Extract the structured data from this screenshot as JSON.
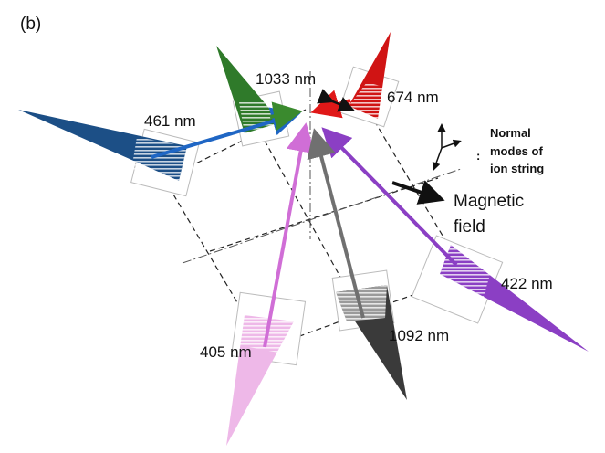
{
  "panel_label": "(b)",
  "beams": [
    {
      "label": "1033 nm",
      "color": "#2f7a2a",
      "key": "green"
    },
    {
      "label": "674 nm",
      "color": "#d01414",
      "key": "red"
    },
    {
      "label": "461 nm",
      "color": "#1c4f86",
      "key": "blue"
    },
    {
      "label": "422 nm",
      "color": "#8b3fc4",
      "key": "purple"
    },
    {
      "label": "405 nm",
      "color": "#d06ed6",
      "key": "pink"
    },
    {
      "label": "1092 nm",
      "color": "#6e6e6e",
      "key": "gray"
    }
  ],
  "legend": {
    "colon": ":",
    "line1": "Normal",
    "line2": "modes of",
    "line3": "ion string"
  },
  "magnetic": {
    "line1": "Magnetic",
    "line2": "field"
  }
}
